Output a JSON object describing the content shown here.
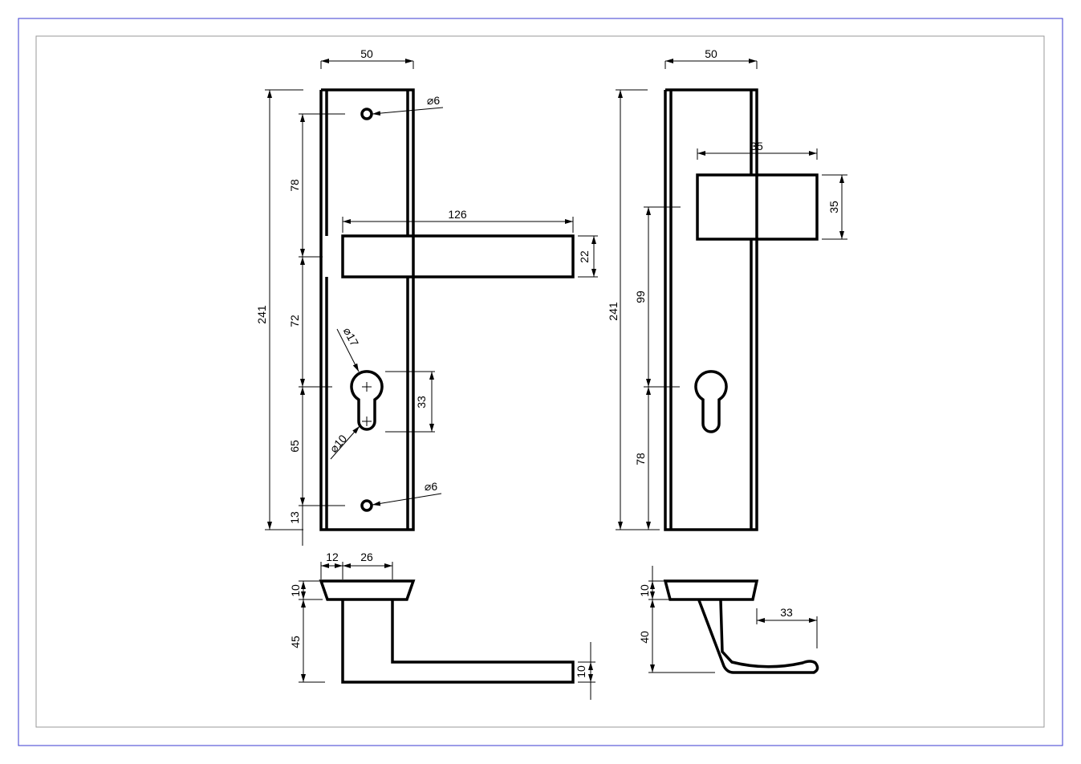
{
  "front_view": {
    "width": "50",
    "height": "241",
    "d_top": "78",
    "d_mid": "72",
    "d_low": "65",
    "d_bot": "13",
    "lever_length": "126",
    "lever_height": "22",
    "key_spacing": "33",
    "dia_key_top": "⌀17",
    "dia_key_bot": "⌀10",
    "dia_screw_top": "⌀6",
    "dia_screw_bot": "⌀6"
  },
  "back_view": {
    "width": "50",
    "height": "241",
    "rose_width": "35",
    "rose_height": "35",
    "d_upper": "99",
    "d_lower": "78"
  },
  "side_view_left": {
    "d_a": "12",
    "d_b": "26",
    "rose_thick": "10",
    "lever_drop": "45",
    "lever_thick": "10"
  },
  "side_view_right": {
    "rose_thick": "10",
    "lever_drop": "40",
    "tip": "33"
  }
}
